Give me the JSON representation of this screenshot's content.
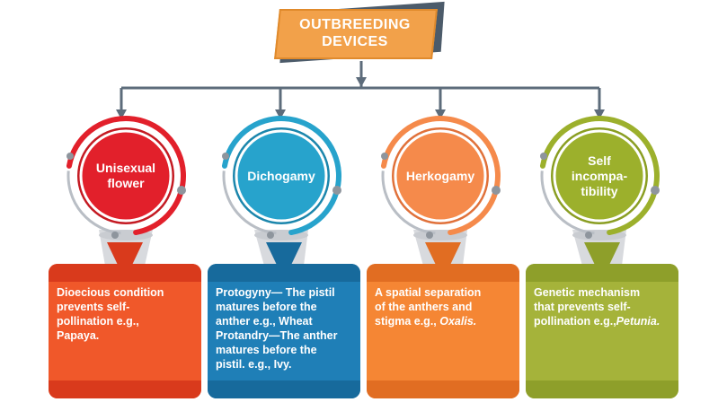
{
  "title": {
    "line1": "OUTBREEDING",
    "line2": "DEVICES"
  },
  "devices": [
    {
      "label_lines": [
        "Unisexual",
        "flower"
      ],
      "description": [
        "Dioecious condition",
        "prevents self-",
        "pollination e.g.,",
        "Papaya."
      ],
      "italic": "",
      "color": "#e2202b",
      "ring_color": "#c41a22",
      "box_color": "#f0582a",
      "strip_color": "#d93a1c"
    },
    {
      "label_lines": [
        "Dichogamy"
      ],
      "description": [
        "Protogyny— The pistil",
        "matures before the",
        "anther e.g., Wheat",
        "Protandry—The anther",
        "matures before the",
        "pistil. e.g., Ivy."
      ],
      "italic": "",
      "color": "#27a3cc",
      "ring_color": "#1b86ac",
      "box_color": "#1f7fb7",
      "strip_color": "#176a9c"
    },
    {
      "label_lines": [
        "Herkogamy"
      ],
      "description": [
        "A spatial separation",
        "of the anthers and",
        "stigma e.g., "
      ],
      "italic": "Oxalis.",
      "color": "#f58a4b",
      "ring_color": "#e0713a",
      "box_color": "#f58634",
      "strip_color": "#e16d22"
    },
    {
      "label_lines": [
        "Self",
        "incompa-",
        "tibility"
      ],
      "description": [
        "Genetic mechanism",
        "that prevents self-",
        "pollination e.g.,"
      ],
      "italic": "Petunia.",
      "color": "#9cb02c",
      "ring_color": "#8a9e22",
      "box_color": "#a5b33a",
      "strip_color": "#8e9f2a"
    }
  ]
}
